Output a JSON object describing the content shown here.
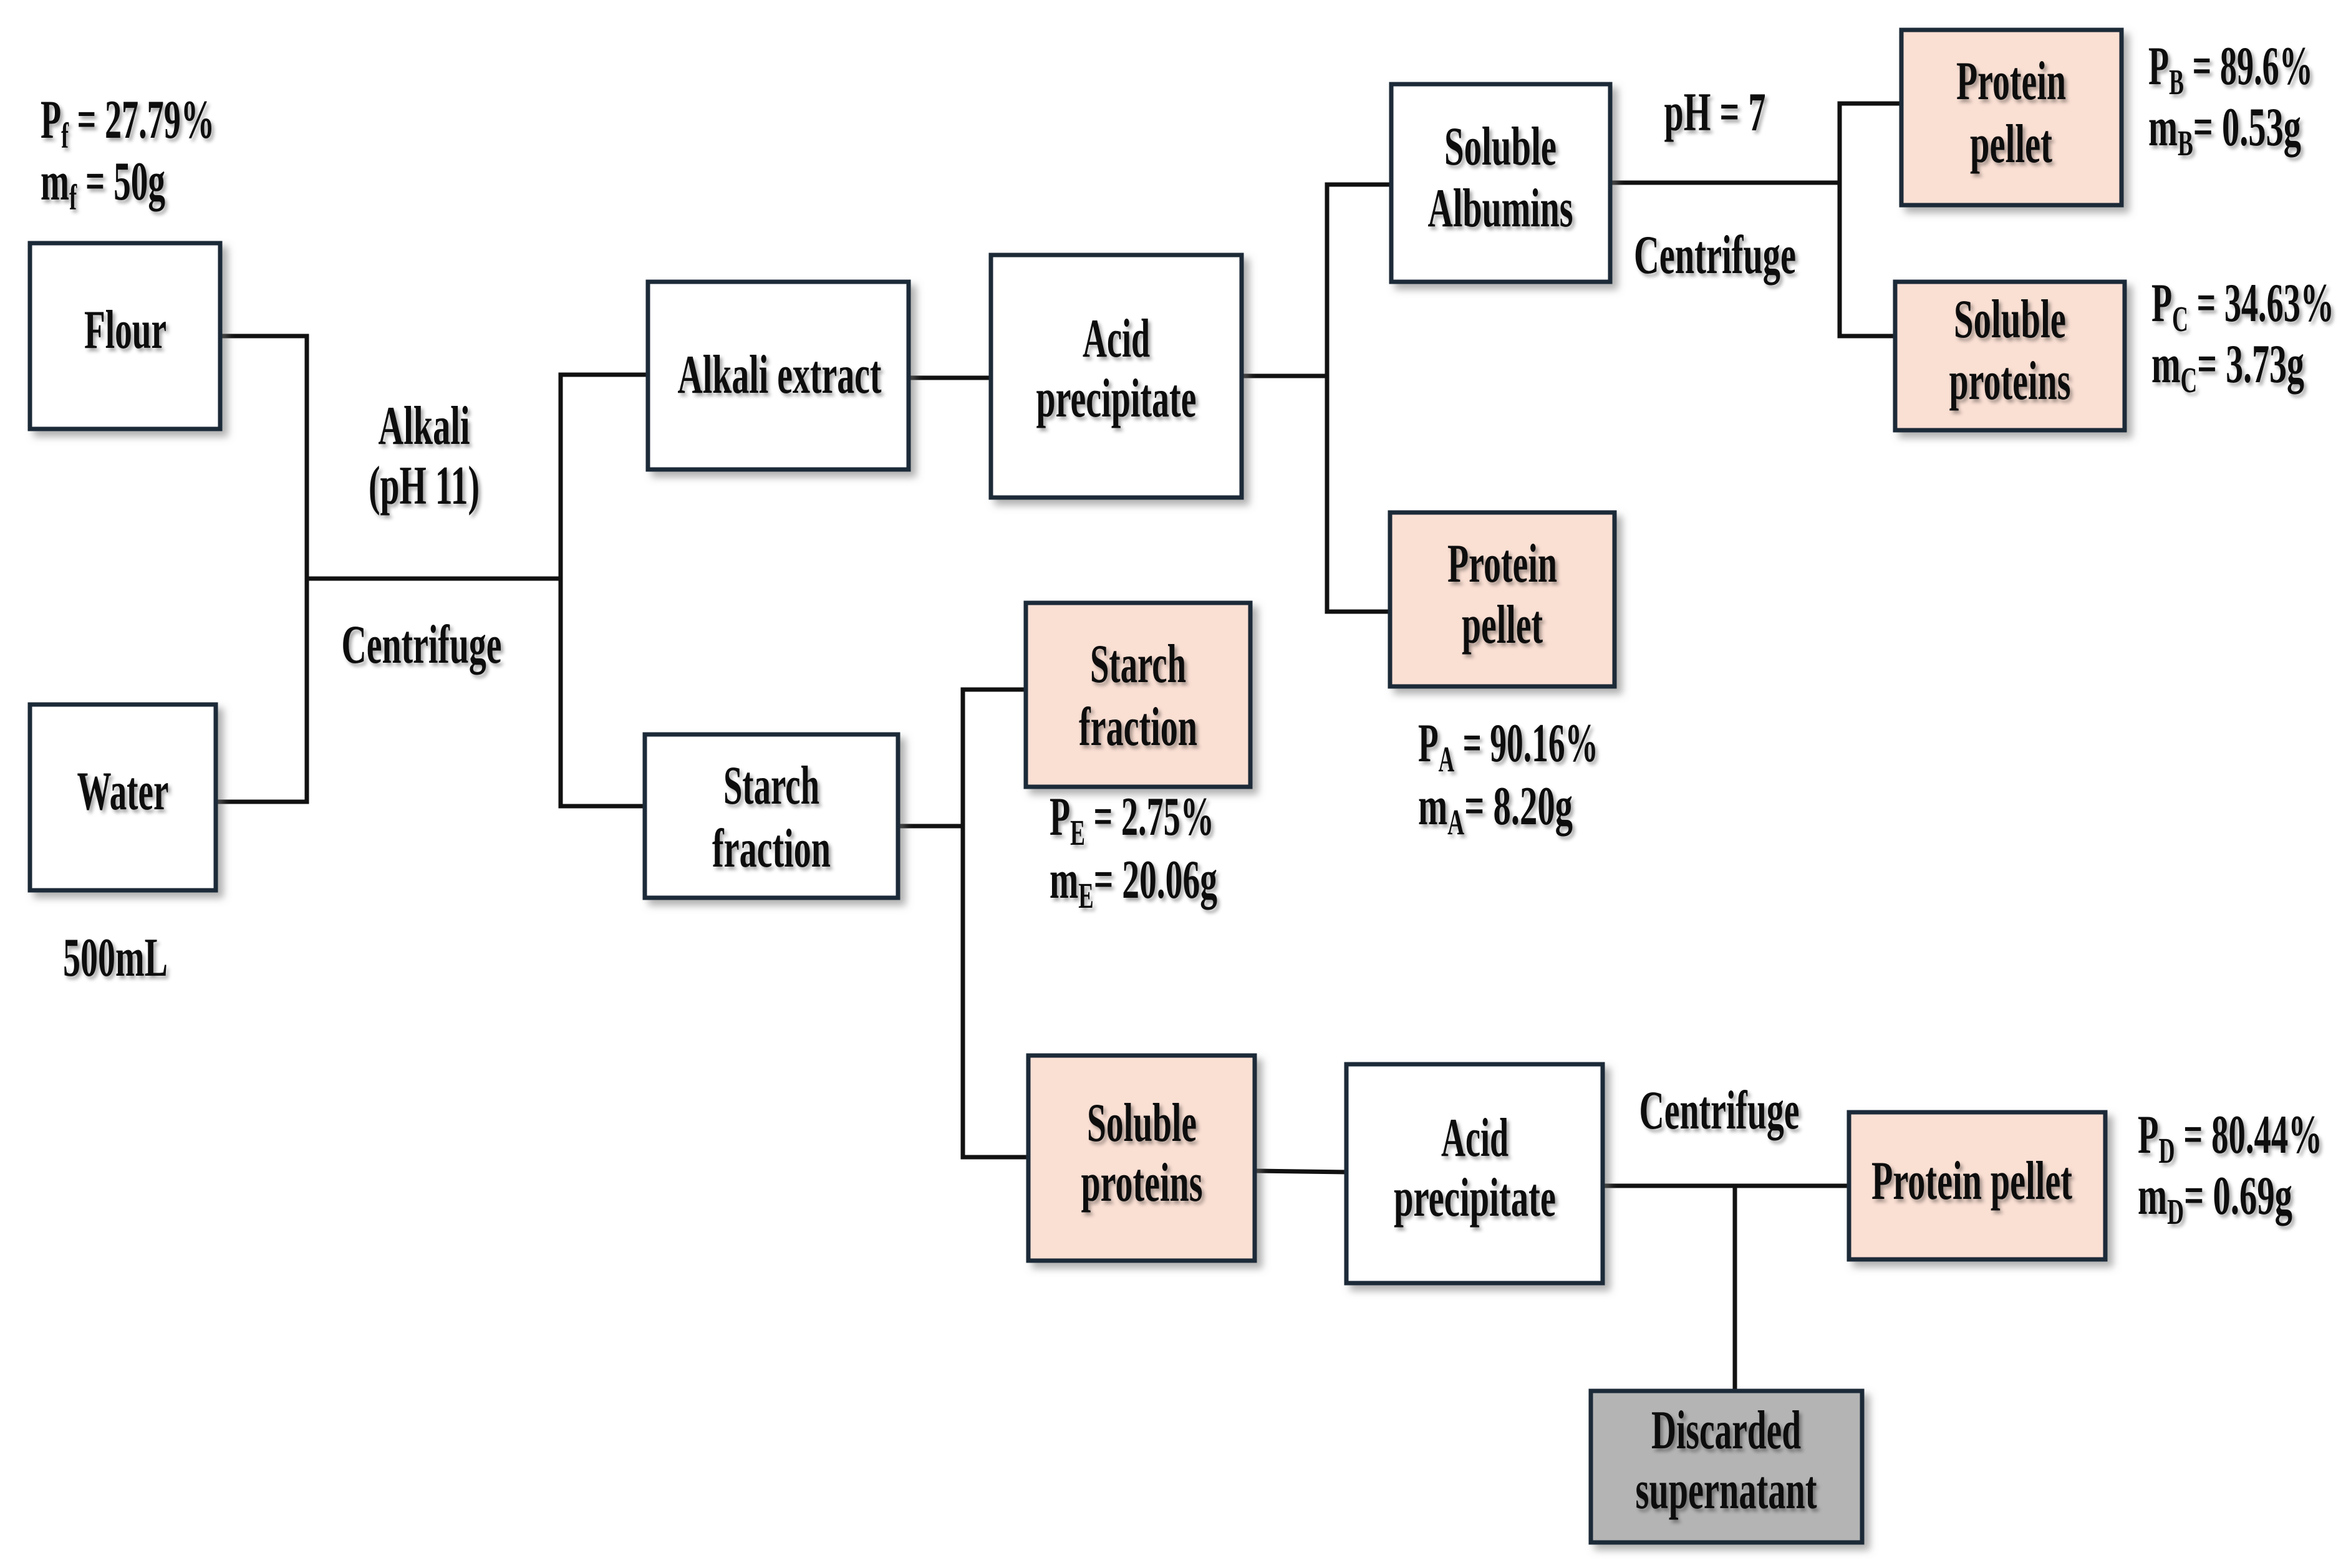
{
  "colors": {
    "border": "#1e2c38",
    "connector": "#111111",
    "text": "#111111"
  },
  "nodes": {
    "flour": {
      "lines": [
        "Flour"
      ],
      "fill": "#ffffff"
    },
    "water": {
      "lines": [
        "Water"
      ],
      "fill": "#ffffff"
    },
    "alkali_extract": {
      "lines": [
        "Alkali extract"
      ],
      "fill": "#ffffff"
    },
    "acid_precipitate_top": {
      "lines": [
        "Acid",
        "precipitate"
      ],
      "fill": "#ffffff"
    },
    "soluble_albumins": {
      "lines": [
        "Soluble",
        "Albumins"
      ],
      "fill": "#ffffff"
    },
    "protein_pellet_b": {
      "lines": [
        "Protein",
        "pellet"
      ],
      "fill": "#fadfd3"
    },
    "soluble_proteins_c": {
      "lines": [
        "Soluble",
        "proteins"
      ],
      "fill": "#fadfd3"
    },
    "protein_pellet_a": {
      "lines": [
        "Protein",
        "pellet"
      ],
      "fill": "#fadfd3"
    },
    "starch_fraction_e": {
      "lines": [
        "Starch",
        "fraction"
      ],
      "fill": "#fadfd3"
    },
    "starch_fraction": {
      "lines": [
        "Starch",
        "fraction"
      ],
      "fill": "#ffffff"
    },
    "soluble_proteins": {
      "lines": [
        "Soluble",
        "proteins"
      ],
      "fill": "#fadfd3"
    },
    "acid_precipitate_bottom": {
      "lines": [
        "Acid",
        "precipitate"
      ],
      "fill": "#ffffff"
    },
    "protein_pellet_d": {
      "lines": [
        "Protein pellet"
      ],
      "fill": "#fadfd3"
    },
    "discarded_supernatant": {
      "lines": [
        "Discarded",
        "supernatant"
      ],
      "fill": "#b4b4b4"
    }
  },
  "labels": {
    "alkali": "Alkali",
    "alkali_ph": "(pH 11)",
    "centrifuge_alkali": "Centrifuge",
    "water_volume": "500mL",
    "ph_7": "pH = 7",
    "centrifuge_albumins": "Centrifuge",
    "centrifuge_acid": "Centrifuge"
  },
  "annotations": {
    "flour": {
      "protein": {
        "symbol": "P",
        "subscript": "f",
        "value": " = 27.79%"
      },
      "mass": {
        "symbol": "m",
        "subscript": "f",
        "value": " = 50g"
      }
    },
    "protein_pellet_b": {
      "protein": {
        "symbol": "P",
        "subscript": "B",
        "value": " = 89.6%"
      },
      "mass": {
        "symbol": "m",
        "subscript": "B",
        "value": "= 0.53g"
      }
    },
    "soluble_proteins_c": {
      "protein": {
        "symbol": "P",
        "subscript": "C",
        "value": " = 34.63%"
      },
      "mass": {
        "symbol": "m",
        "subscript": "C",
        "value": "= 3.73g"
      }
    },
    "protein_pellet_a": {
      "protein": {
        "symbol": "P",
        "subscript": "A",
        "value": " = 90.16%"
      },
      "mass": {
        "symbol": "m",
        "subscript": "A",
        "value": "= 8.20g"
      }
    },
    "starch_fraction_e": {
      "protein": {
        "symbol": "P",
        "subscript": "E",
        "value": " = 2.75%"
      },
      "mass": {
        "symbol": "m",
        "subscript": "E",
        "value": "= 20.06g"
      }
    },
    "protein_pellet_d": {
      "protein": {
        "symbol": "P",
        "subscript": "D",
        "value": " = 80.44%"
      },
      "mass": {
        "symbol": "m",
        "subscript": "D",
        "value": "= 0.69g"
      }
    }
  }
}
